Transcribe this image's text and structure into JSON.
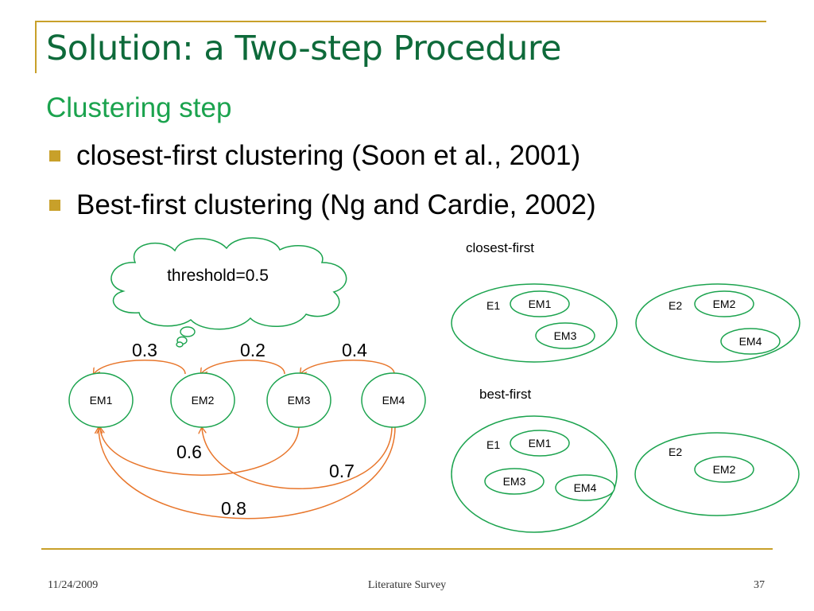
{
  "slide": {
    "title": "Solution: a Two-step Procedure",
    "subheading": "Clustering step",
    "bullets": [
      "closest-first clustering (Soon et al., 2001)",
      "Best-first clustering (Ng and Cardie, 2002)"
    ]
  },
  "diagram": {
    "threshold_label": "threshold=0.5",
    "mentions": [
      "EM1",
      "EM2",
      "EM3",
      "EM4"
    ],
    "scores": {
      "em1_em2": "0.3",
      "em2_em3": "0.2",
      "em3_em4": "0.4",
      "em1_em3": "0.6",
      "em2_em4": "0.7",
      "em1_em4": "0.8"
    },
    "closest_first": {
      "label": "closest-first",
      "e1": {
        "label": "E1",
        "members": [
          "EM1",
          "EM3"
        ]
      },
      "e2": {
        "label": "E2",
        "members": [
          "EM2",
          "EM4"
        ]
      }
    },
    "best_first": {
      "label": "best-first",
      "e1": {
        "label": "E1",
        "members": [
          "EM1",
          "EM3",
          "EM4"
        ]
      },
      "e2": {
        "label": "E2",
        "members": [
          "EM2"
        ]
      }
    }
  },
  "colors": {
    "title": "#0E6A3A",
    "subheading": "#1BA34E",
    "accent": "#C8A02A",
    "node_stroke": "#1BA34E",
    "arrow": "#E8762B"
  },
  "footer": {
    "date": "11/24/2009",
    "center": "Literature Survey",
    "page": "37"
  }
}
